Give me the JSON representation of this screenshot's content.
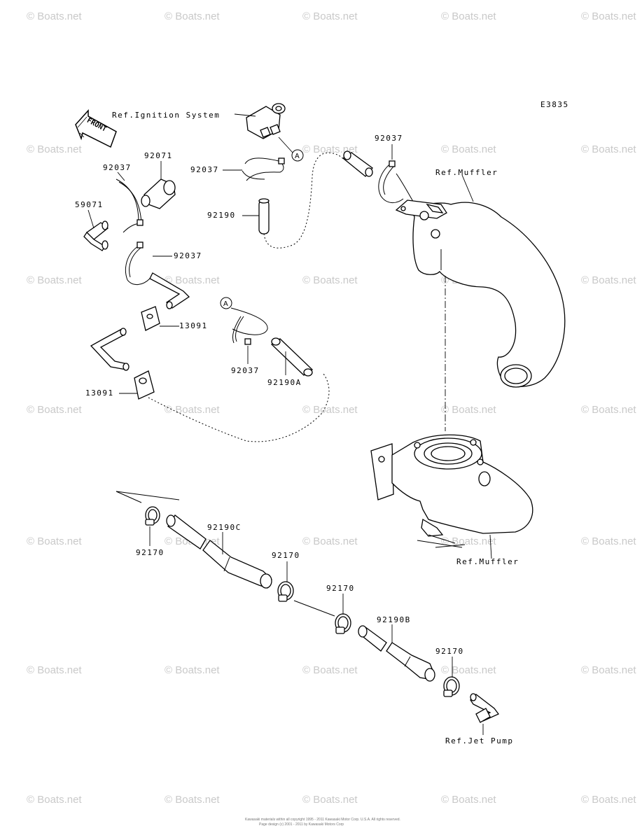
{
  "diagram_code": "E3835",
  "front_label": "FRONT",
  "callout_ref": "A",
  "references": {
    "ignition": "Ref.Ignition System",
    "muffler_top": "Ref.Muffler",
    "muffler_bottom": "Ref.Muffler",
    "jet_pump": "Ref.Jet Pump"
  },
  "part_labels": {
    "p92071": "92071",
    "p92037_topleft": "92037",
    "p92037_clip": "92037",
    "p92037_topright": "92037",
    "p59071": "59071",
    "p92037_mid": "92037",
    "p92190": "92190",
    "p13091_upper": "13091",
    "p13091_lower": "13091",
    "p92037_a": "92037",
    "p92190A": "92190A",
    "p92170_1": "92170",
    "p92190C": "92190C",
    "p92170_2": "92170",
    "p92170_3": "92170",
    "p92190B": "92190B",
    "p92170_4": "92170"
  },
  "watermark": "© Boats.net",
  "copyright_line1": "Kawasaki materials within all copyright 1995 - 2011 Kawasaki Motor Corp. U.S.A. All rights reserved.",
  "copyright_line2": "Page design (c) 2001 - 2011 by Kawasaki Motors Corp"
}
